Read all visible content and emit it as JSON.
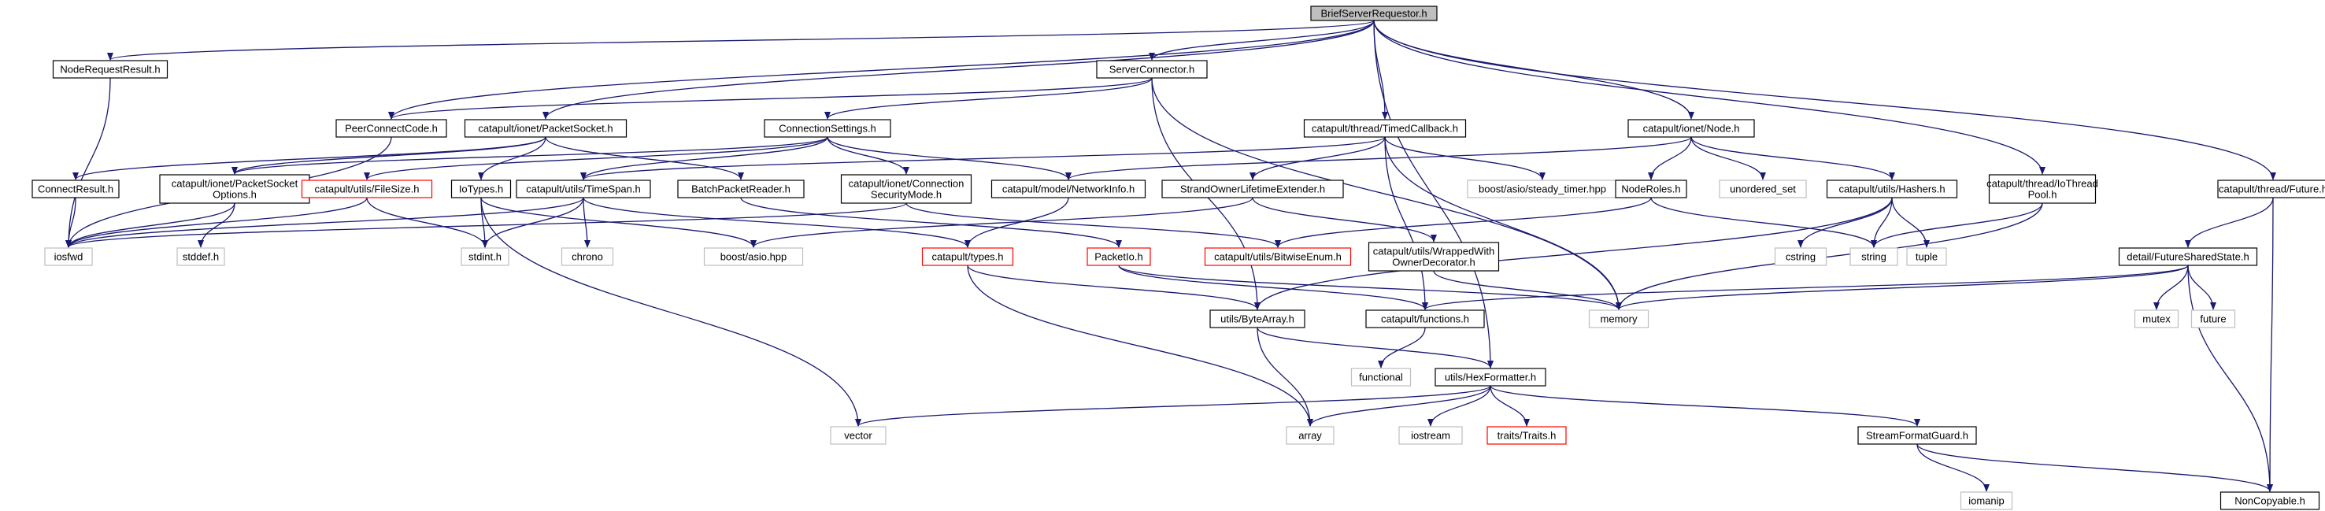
{
  "diagram": {
    "title": "",
    "colors": {
      "edge": "#191970",
      "root_fill": "#bfbfbf",
      "documented_border": "#000000",
      "external_border": "#bfbfbf",
      "external_text": "#555555",
      "undocumented_border": "#ff0000"
    },
    "nodes": [
      {
        "id": "root",
        "lines": [
          "BriefServerRequestor.h"
        ],
        "kind": "root"
      },
      {
        "id": "noderequestresult",
        "lines": [
          "NodeRequestResult.h"
        ],
        "kind": "documented"
      },
      {
        "id": "serverconnector",
        "lines": [
          "ServerConnector.h"
        ],
        "kind": "documented"
      },
      {
        "id": "peerconnectcode",
        "lines": [
          "PeerConnectCode.h"
        ],
        "kind": "documented"
      },
      {
        "id": "packetsocket",
        "lines": [
          "catapult/ionet/PacketSocket.h"
        ],
        "kind": "documented"
      },
      {
        "id": "connectionsettings",
        "lines": [
          "ConnectionSettings.h"
        ],
        "kind": "documented"
      },
      {
        "id": "timedcallback",
        "lines": [
          "catapult/thread/TimedCallback.h"
        ],
        "kind": "documented"
      },
      {
        "id": "node",
        "lines": [
          "catapult/ionet/Node.h"
        ],
        "kind": "documented"
      },
      {
        "id": "iothreadpool",
        "lines": [
          "catapult/thread/IoThread",
          "Pool.h"
        ],
        "kind": "documented"
      },
      {
        "id": "future",
        "lines": [
          "catapult/thread/Future.h"
        ],
        "kind": "documented"
      },
      {
        "id": "connectresult",
        "lines": [
          "ConnectResult.h"
        ],
        "kind": "documented"
      },
      {
        "id": "packetsocketoptions",
        "lines": [
          "catapult/ionet/PacketSocket",
          "Options.h"
        ],
        "kind": "documented"
      },
      {
        "id": "filesize",
        "lines": [
          "catapult/utils/FileSize.h"
        ],
        "kind": "undocumented"
      },
      {
        "id": "iotypes",
        "lines": [
          "IoTypes.h"
        ],
        "kind": "documented"
      },
      {
        "id": "timespan",
        "lines": [
          "catapult/utils/TimeSpan.h"
        ],
        "kind": "documented"
      },
      {
        "id": "batchpacketreader",
        "lines": [
          "BatchPacketReader.h"
        ],
        "kind": "documented"
      },
      {
        "id": "securitymode",
        "lines": [
          "catapult/ionet/Connection",
          "SecurityMode.h"
        ],
        "kind": "documented"
      },
      {
        "id": "networkinfo",
        "lines": [
          "catapult/model/NetworkInfo.h"
        ],
        "kind": "documented"
      },
      {
        "id": "strandowner",
        "lines": [
          "StrandOwnerLifetimeExtender.h"
        ],
        "kind": "documented"
      },
      {
        "id": "steadytimer",
        "lines": [
          "boost/asio/steady_timer.hpp"
        ],
        "kind": "external"
      },
      {
        "id": "noderoles",
        "lines": [
          "NodeRoles.h"
        ],
        "kind": "documented"
      },
      {
        "id": "unorderedset",
        "lines": [
          "unordered_set"
        ],
        "kind": "external"
      },
      {
        "id": "hashers",
        "lines": [
          "catapult/utils/Hashers.h"
        ],
        "kind": "documented"
      },
      {
        "id": "futuresharedstate",
        "lines": [
          "detail/FutureSharedState.h"
        ],
        "kind": "documented"
      },
      {
        "id": "iosfwd",
        "lines": [
          "iosfwd"
        ],
        "kind": "external"
      },
      {
        "id": "stddef",
        "lines": [
          "stddef.h"
        ],
        "kind": "external"
      },
      {
        "id": "stdint",
        "lines": [
          "stdint.h"
        ],
        "kind": "external"
      },
      {
        "id": "chrono",
        "lines": [
          "chrono"
        ],
        "kind": "external"
      },
      {
        "id": "boostasio",
        "lines": [
          "boost/asio.hpp"
        ],
        "kind": "external"
      },
      {
        "id": "types",
        "lines": [
          "catapult/types.h"
        ],
        "kind": "undocumented"
      },
      {
        "id": "packetio",
        "lines": [
          "PacketIo.h"
        ],
        "kind": "undocumented"
      },
      {
        "id": "bitwiseenum",
        "lines": [
          "catapult/utils/BitwiseEnum.h"
        ],
        "kind": "undocumented"
      },
      {
        "id": "wrappedowner",
        "lines": [
          "catapult/utils/WrappedWith",
          "OwnerDecorator.h"
        ],
        "kind": "documented"
      },
      {
        "id": "cstring",
        "lines": [
          "cstring"
        ],
        "kind": "external"
      },
      {
        "id": "string",
        "lines": [
          "string"
        ],
        "kind": "external"
      },
      {
        "id": "tuple",
        "lines": [
          "tuple"
        ],
        "kind": "external"
      },
      {
        "id": "mutex",
        "lines": [
          "mutex"
        ],
        "kind": "external"
      },
      {
        "id": "futurelib",
        "lines": [
          "future"
        ],
        "kind": "external"
      },
      {
        "id": "bytearray",
        "lines": [
          "utils/ByteArray.h"
        ],
        "kind": "documented"
      },
      {
        "id": "functions",
        "lines": [
          "catapult/functions.h"
        ],
        "kind": "documented"
      },
      {
        "id": "memory",
        "lines": [
          "memory"
        ],
        "kind": "external"
      },
      {
        "id": "functional",
        "lines": [
          "functional"
        ],
        "kind": "external"
      },
      {
        "id": "hexformatter",
        "lines": [
          "utils/HexFormatter.h"
        ],
        "kind": "documented"
      },
      {
        "id": "vector",
        "lines": [
          "vector"
        ],
        "kind": "external"
      },
      {
        "id": "array",
        "lines": [
          "array"
        ],
        "kind": "external"
      },
      {
        "id": "iostream",
        "lines": [
          "iostream"
        ],
        "kind": "external"
      },
      {
        "id": "traits",
        "lines": [
          "traits/Traits.h"
        ],
        "kind": "undocumented"
      },
      {
        "id": "streamformatguard",
        "lines": [
          "StreamFormatGuard.h"
        ],
        "kind": "documented"
      },
      {
        "id": "iomanip",
        "lines": [
          "iomanip"
        ],
        "kind": "external"
      },
      {
        "id": "noncopyable",
        "lines": [
          "NonCopyable.h"
        ],
        "kind": "documented"
      }
    ],
    "edges": [
      [
        "root",
        "noderequestresult"
      ],
      [
        "root",
        "serverconnector"
      ],
      [
        "root",
        "peerconnectcode"
      ],
      [
        "root",
        "packetsocket"
      ],
      [
        "root",
        "timedcallback"
      ],
      [
        "root",
        "node"
      ],
      [
        "root",
        "iothreadpool"
      ],
      [
        "root",
        "future"
      ],
      [
        "root",
        "hexformatter"
      ],
      [
        "noderequestresult",
        "iosfwd"
      ],
      [
        "serverconnector",
        "peerconnectcode"
      ],
      [
        "serverconnector",
        "connectionsettings"
      ],
      [
        "serverconnector",
        "memory"
      ],
      [
        "serverconnector",
        "bytearray"
      ],
      [
        "peerconnectcode",
        "iosfwd"
      ],
      [
        "packetsocket",
        "connectresult"
      ],
      [
        "packetsocket",
        "packetsocketoptions"
      ],
      [
        "packetsocket",
        "iotypes"
      ],
      [
        "packetsocket",
        "batchpacketreader"
      ],
      [
        "connectionsettings",
        "packetsocketoptions"
      ],
      [
        "connectionsettings",
        "filesize"
      ],
      [
        "connectionsettings",
        "timespan"
      ],
      [
        "connectionsettings",
        "securitymode"
      ],
      [
        "connectionsettings",
        "networkinfo"
      ],
      [
        "timedcallback",
        "timespan"
      ],
      [
        "timedcallback",
        "strandowner"
      ],
      [
        "timedcallback",
        "steadytimer"
      ],
      [
        "timedcallback",
        "memory"
      ],
      [
        "timedcallback",
        "functions"
      ],
      [
        "node",
        "networkinfo"
      ],
      [
        "node",
        "noderoles"
      ],
      [
        "node",
        "unorderedset"
      ],
      [
        "node",
        "hashers"
      ],
      [
        "iothreadpool",
        "string"
      ],
      [
        "iothreadpool",
        "memory"
      ],
      [
        "future",
        "futuresharedstate"
      ],
      [
        "future",
        "noncopyable"
      ],
      [
        "connectresult",
        "iosfwd"
      ],
      [
        "packetsocketoptions",
        "iosfwd"
      ],
      [
        "packetsocketoptions",
        "stddef"
      ],
      [
        "filesize",
        "iosfwd"
      ],
      [
        "filesize",
        "stdint"
      ],
      [
        "iotypes",
        "stdint"
      ],
      [
        "iotypes",
        "boostasio"
      ],
      [
        "iotypes",
        "vector"
      ],
      [
        "timespan",
        "iosfwd"
      ],
      [
        "timespan",
        "stdint"
      ],
      [
        "timespan",
        "chrono"
      ],
      [
        "timespan",
        "types"
      ],
      [
        "batchpacketreader",
        "packetio"
      ],
      [
        "securitymode",
        "iosfwd"
      ],
      [
        "securitymode",
        "bitwiseenum"
      ],
      [
        "networkinfo",
        "types"
      ],
      [
        "strandowner",
        "boostasio"
      ],
      [
        "strandowner",
        "wrappedowner"
      ],
      [
        "noderoles",
        "bitwiseenum"
      ],
      [
        "noderoles",
        "string"
      ],
      [
        "hashers",
        "cstring"
      ],
      [
        "hashers",
        "string"
      ],
      [
        "hashers",
        "tuple"
      ],
      [
        "hashers",
        "bytearray"
      ],
      [
        "futuresharedstate",
        "functions"
      ],
      [
        "futuresharedstate",
        "memory"
      ],
      [
        "futuresharedstate",
        "mutex"
      ],
      [
        "futuresharedstate",
        "futurelib"
      ],
      [
        "futuresharedstate",
        "noncopyable"
      ],
      [
        "types",
        "bytearray"
      ],
      [
        "types",
        "array"
      ],
      [
        "packetio",
        "functions"
      ],
      [
        "packetio",
        "memory"
      ],
      [
        "wrappedowner",
        "memory"
      ],
      [
        "bytearray",
        "hexformatter"
      ],
      [
        "bytearray",
        "array"
      ],
      [
        "functions",
        "functional"
      ],
      [
        "hexformatter",
        "vector"
      ],
      [
        "hexformatter",
        "array"
      ],
      [
        "hexformatter",
        "iostream"
      ],
      [
        "hexformatter",
        "traits"
      ],
      [
        "hexformatter",
        "streamformatguard"
      ],
      [
        "streamformatguard",
        "iomanip"
      ],
      [
        "streamformatguard",
        "noncopyable"
      ]
    ]
  }
}
